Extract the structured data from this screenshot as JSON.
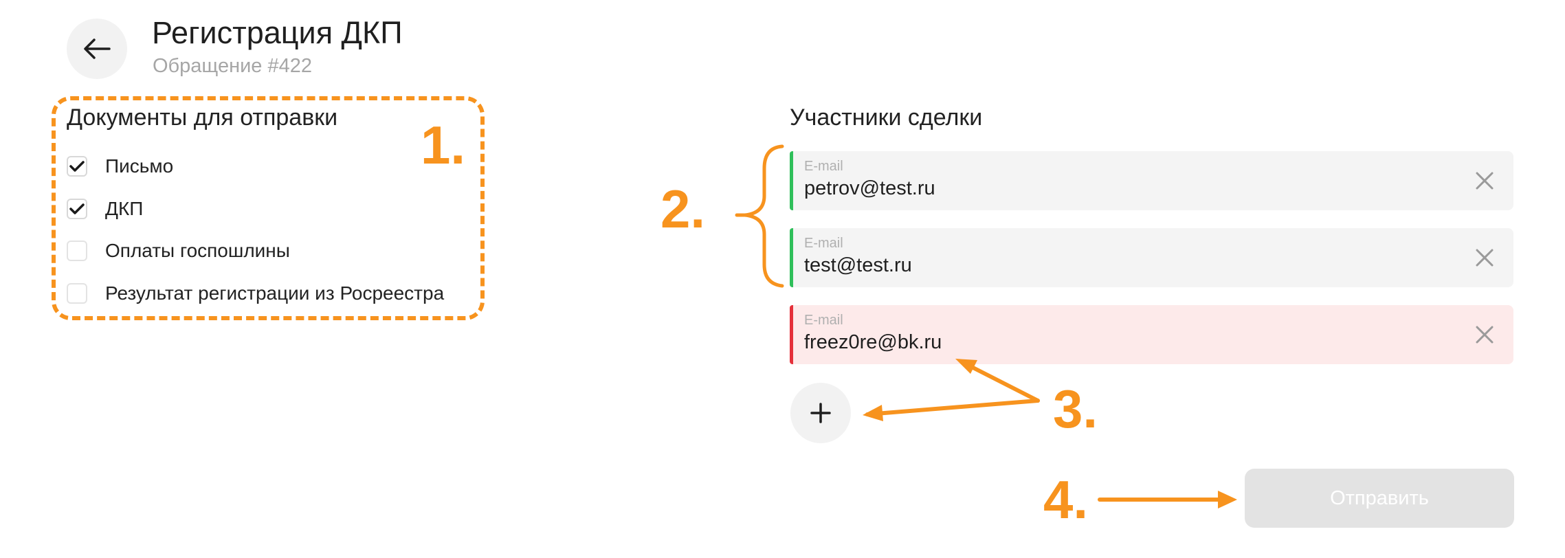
{
  "header": {
    "title": "Регистрация ДКП",
    "subtitle": "Обращение #422",
    "back_icon": "arrow-left-icon"
  },
  "documents": {
    "title": "Документы для отправки",
    "items": [
      {
        "label": "Письмо",
        "checked": true
      },
      {
        "label": "ДКП",
        "checked": true
      },
      {
        "label": "Оплаты госпошлины",
        "checked": false
      },
      {
        "label": "Результат регистрации из Росреестра",
        "checked": false
      }
    ]
  },
  "participants": {
    "title": "Участники сделки",
    "fields": [
      {
        "caption": "E-mail",
        "value": "petrov@test.ru",
        "status": "valid"
      },
      {
        "caption": "E-mail",
        "value": "test@test.ru",
        "status": "valid"
      },
      {
        "caption": "E-mail",
        "value": "freez0re@bk.ru",
        "status": "invalid"
      }
    ],
    "add_icon": "plus-icon",
    "clear_icon": "close-icon"
  },
  "submit": {
    "label": "Отправить",
    "disabled": true
  },
  "annotations": [
    "1.",
    "2.",
    "3.",
    "4."
  ],
  "colors": {
    "annotation": "#f7931e",
    "valid": "#2fbf5a",
    "invalid": "#e5303a",
    "invalid_bg": "#fdeaea",
    "field_bg": "#f4f4f4",
    "button_disabled": "#e3e3e3"
  }
}
